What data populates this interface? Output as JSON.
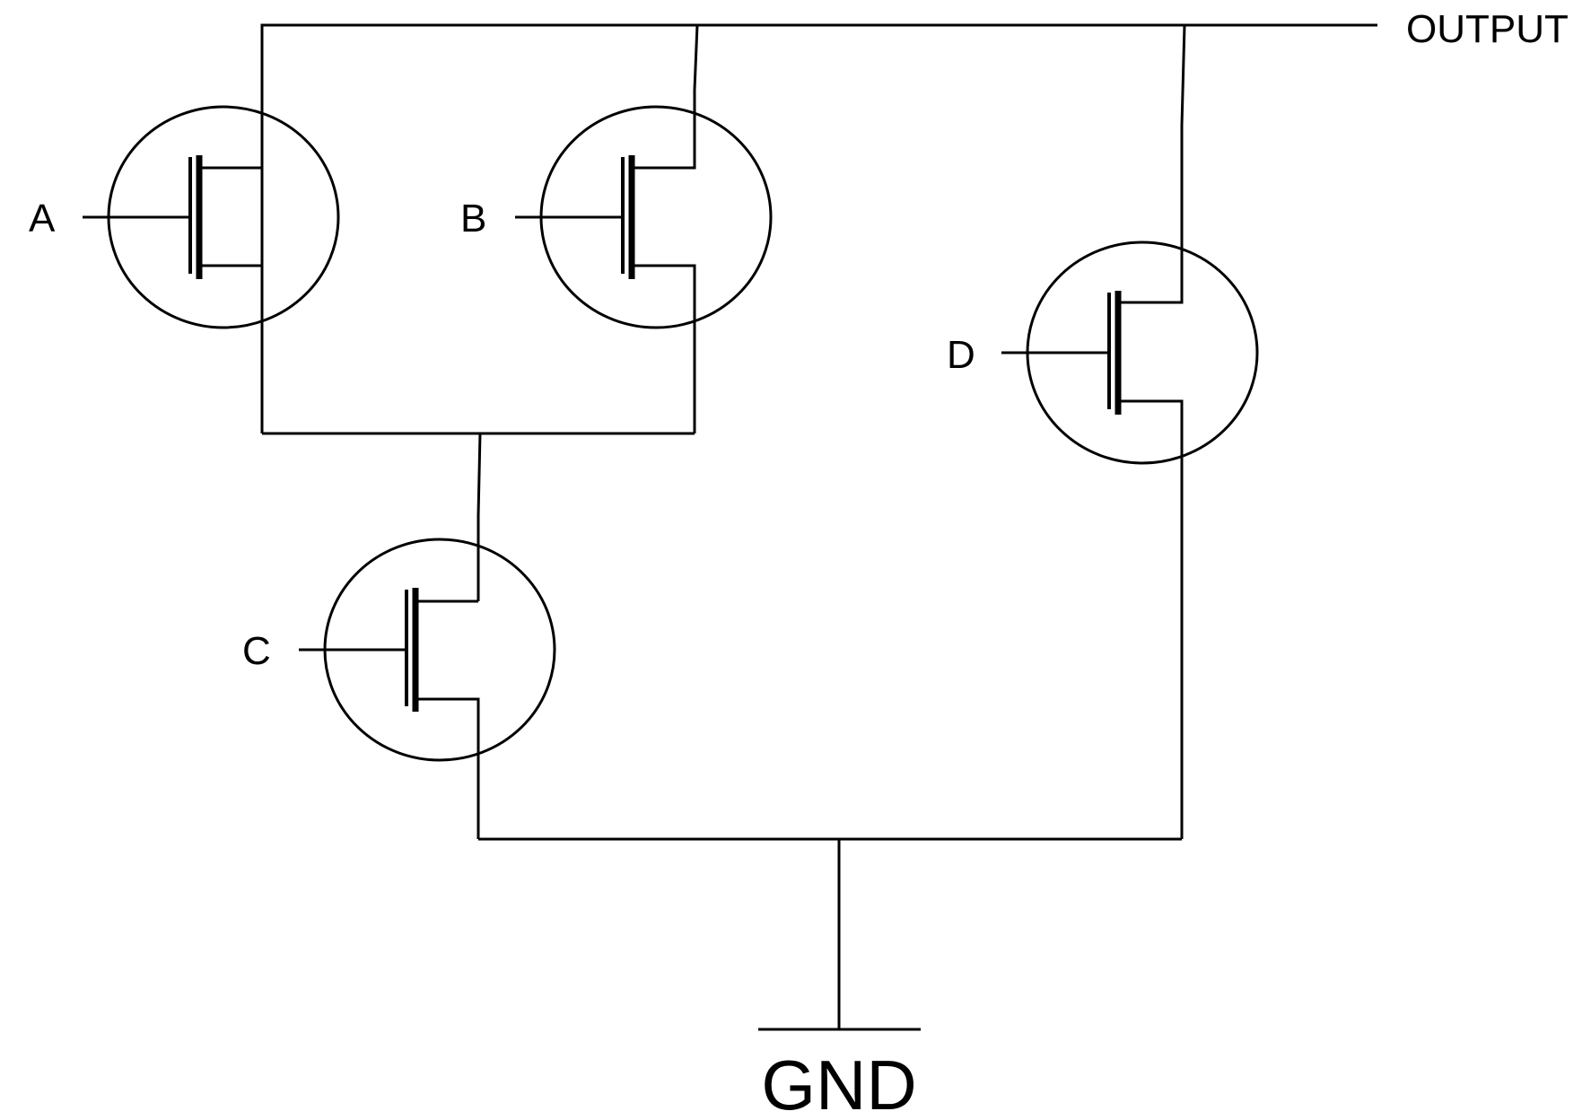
{
  "labels": {
    "output": "OUTPUT",
    "ground": "GND",
    "inputs": {
      "a": "A",
      "b": "B",
      "c": "C",
      "d": "D"
    }
  },
  "transistors": [
    {
      "id": "a",
      "input": "A"
    },
    {
      "id": "b",
      "input": "B"
    },
    {
      "id": "c",
      "input": "C"
    },
    {
      "id": "d",
      "input": "D"
    }
  ],
  "colors": {
    "line": "#000000",
    "background": "#ffffff"
  }
}
